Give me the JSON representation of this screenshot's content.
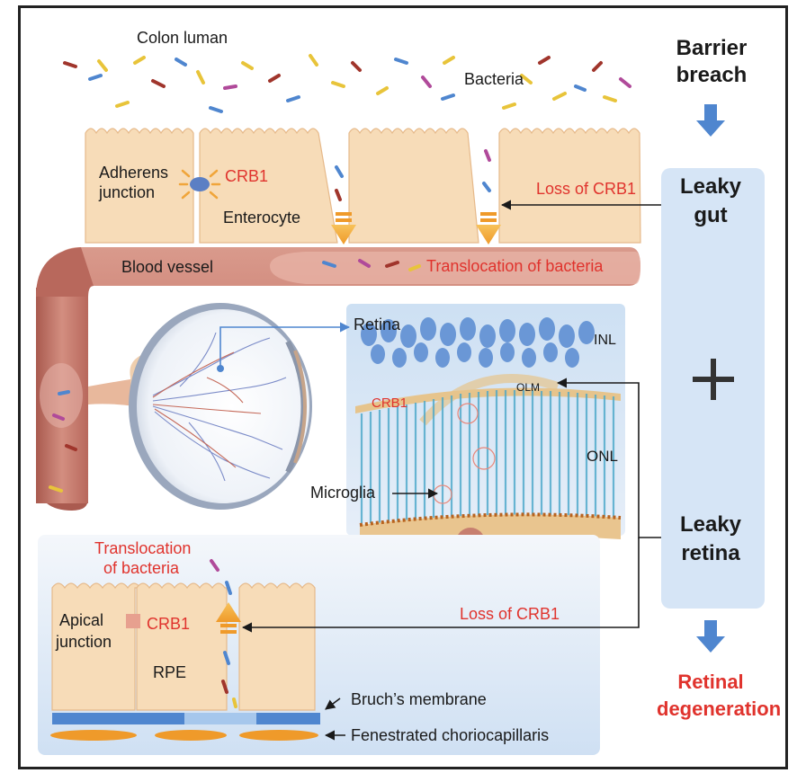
{
  "labels": {
    "colon_lumen": "Colon luman",
    "bacteria": "Bacteria",
    "adherens_junction_line1": "Adherens",
    "adherens_junction_line2": "junction",
    "crb1_gut": "CRB1",
    "enterocyte": "Enterocyte",
    "loss_crb1_gut": "Loss of CRB1",
    "blood_vessel": "Blood vessel",
    "translocation_vessel": "Translocation of bacteria",
    "retina": "Retina",
    "inl": "INL",
    "olm": "OLM",
    "crb1_retina": "CRB1",
    "onl": "ONL",
    "microglia": "Microglia",
    "translocation_rpe_line1": "Translocation",
    "translocation_rpe_line2": "of bacteria",
    "apical_junction_line1": "Apical",
    "apical_junction_line2": "junction",
    "crb1_rpe": "CRB1",
    "rpe": "RPE",
    "loss_crb1_rpe": "Loss of CRB1",
    "bruchs_membrane": "Bruch’s membrane",
    "choriocapillaris": "Fenestrated choriocapillaris"
  },
  "flow": {
    "barrier_line1": "Barrier",
    "barrier_line2": "breach",
    "leaky_gut_line1": "Leaky",
    "leaky_gut_line2": "gut",
    "plus": "+",
    "leaky_retina_line1": "Leaky",
    "leaky_retina_line2": "retina",
    "retinal_line1": "Retinal",
    "retinal_line2": "degeneration"
  },
  "colors": {
    "cell_fill": "#f7dcb8",
    "cell_stroke": "#e6b98a",
    "vessel": "#c9786a",
    "panel_blue": "#d6e5f6",
    "arrow_blue": "#4f86cf",
    "accent_red": "#e0332d",
    "junction_orange": "#f0a53a"
  }
}
